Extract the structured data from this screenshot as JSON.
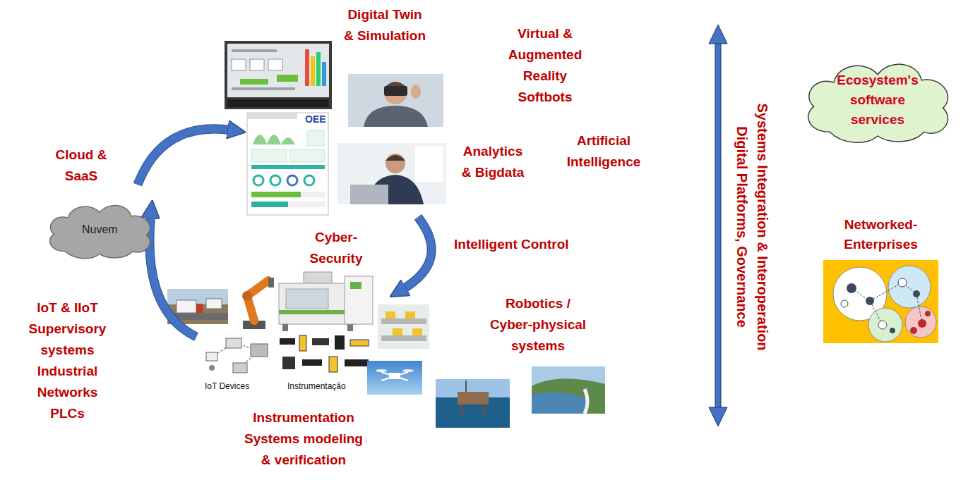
{
  "diagram": {
    "nodes": [
      {
        "text": [
          "Ecosystem's software services"
        ]
      },
      {
        "text": [
          "Nuvem"
        ]
      },
      {
        "text": [
          "Networked-Enterprises"
        ]
      }
    ],
    "labels": [
      "Digital Twin & Simulation",
      "Virtual & Augmented Reality Softbots",
      "Cloud & SaaS",
      "OEE",
      "Analytics & Bigdata",
      "Artificial Intelligence",
      "Cyber-Security",
      "Intelligent Control",
      "IoT & IIoT Supervisory systems Industrial Networks PLCs",
      "Robotics / Cyber-physical systems",
      "IoT Devices",
      "Instrumentação",
      "Instrumentation Systems modeling & verification",
      "Systems Integration & Interoperation",
      "Digital Platforms, Governance"
    ]
  }
}
